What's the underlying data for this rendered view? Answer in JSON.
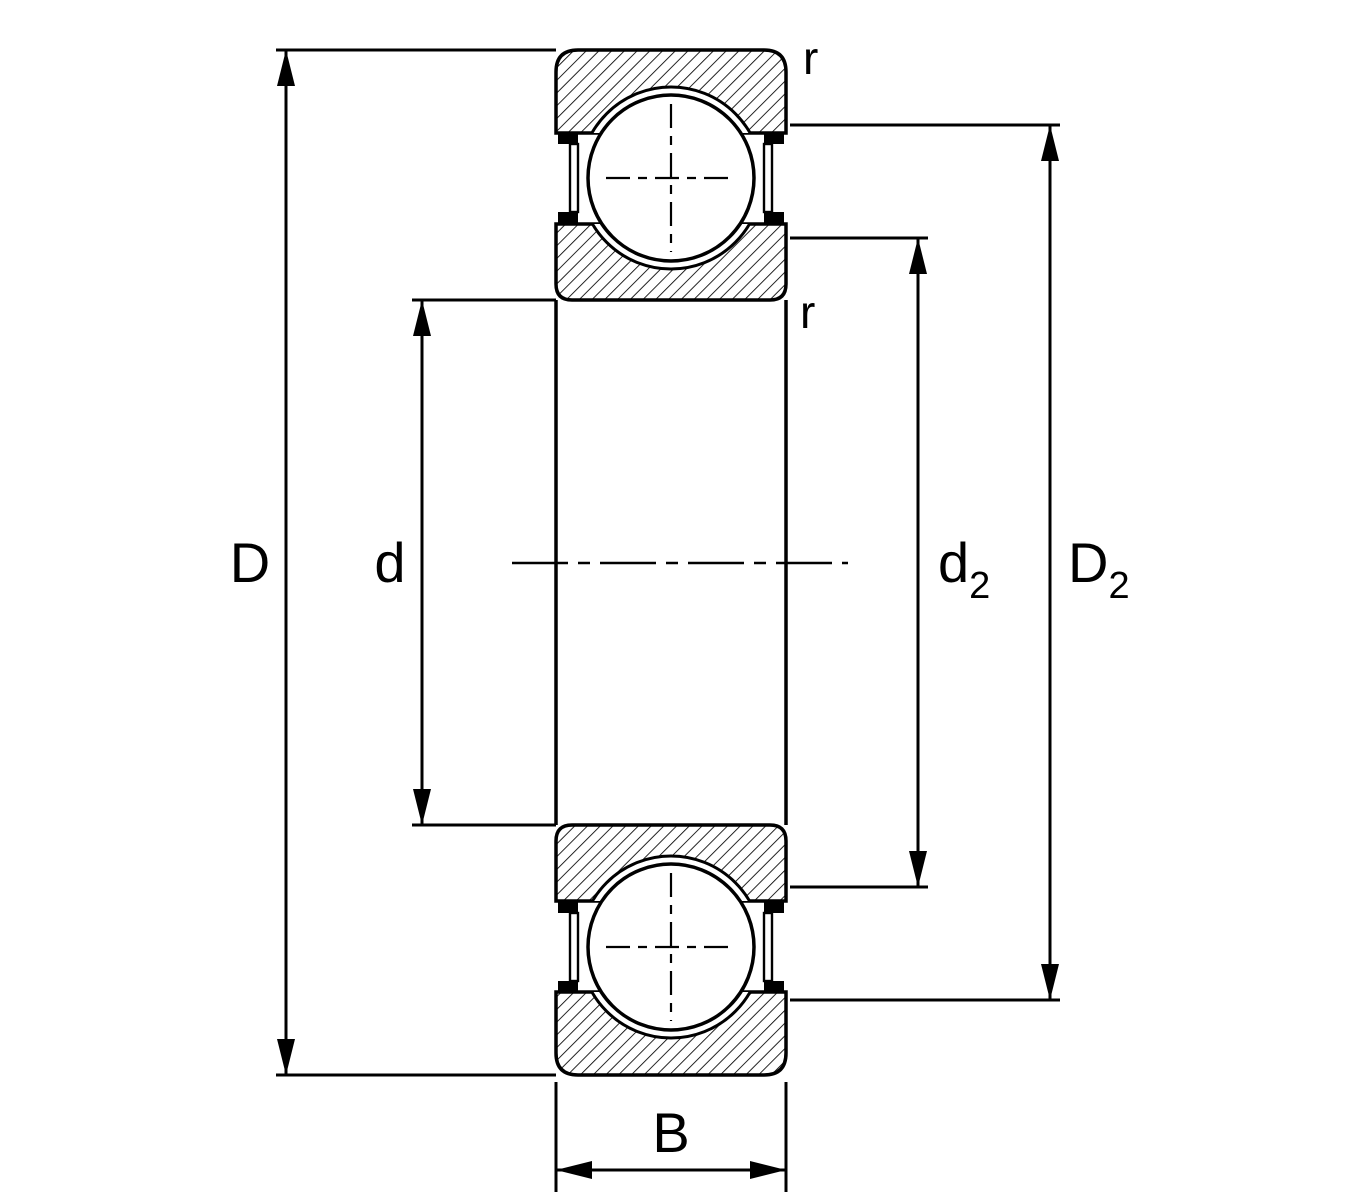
{
  "diagram": {
    "type": "bearing-cross-section",
    "description": "Deep groove ball bearing with shields, axial cross-section with dimension lines"
  },
  "dimensions": {
    "outer_diameter": {
      "label": "D"
    },
    "bore_diameter": {
      "label": "d"
    },
    "recess_inner": {
      "label": "d",
      "subscript": "2"
    },
    "recess_outer": {
      "label": "D",
      "subscript": "2"
    },
    "width": {
      "label": "B"
    },
    "corner_radius_outer": {
      "label": "r"
    },
    "corner_radius_inner": {
      "label": "r"
    }
  },
  "colors": {
    "line": "#000000",
    "background": "#ffffff"
  }
}
